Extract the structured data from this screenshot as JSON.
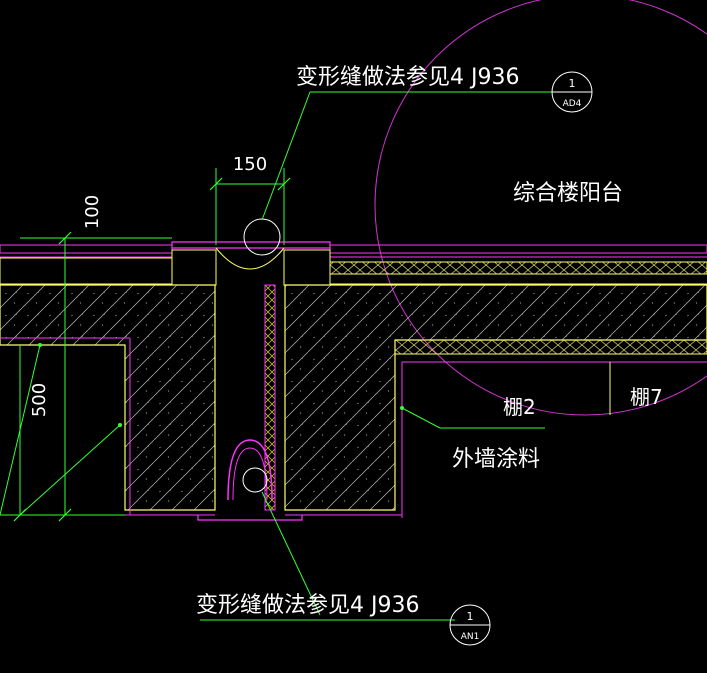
{
  "colors": {
    "background": "#000000",
    "structure": "#ffff66",
    "membrane": "#ff33ff",
    "leader": "#33ff33",
    "hatch": "#ffffff",
    "insulation": "#cccc00"
  },
  "annotations": {
    "top_note": "变形缝做法参见4 J936",
    "bottom_note": "变形缝做法参见4 J936",
    "area_label": "综合楼阳台",
    "wall_finish": "外墙涂料",
    "label_left_room": "棚2",
    "label_right_room": "棚7"
  },
  "dimensions": {
    "joint_width": "150",
    "top_height": "100",
    "wall_height": "500"
  },
  "detail_bubbles": [
    {
      "number": "1",
      "reference": "AD4"
    },
    {
      "number": "1",
      "reference": "AN1"
    }
  ]
}
